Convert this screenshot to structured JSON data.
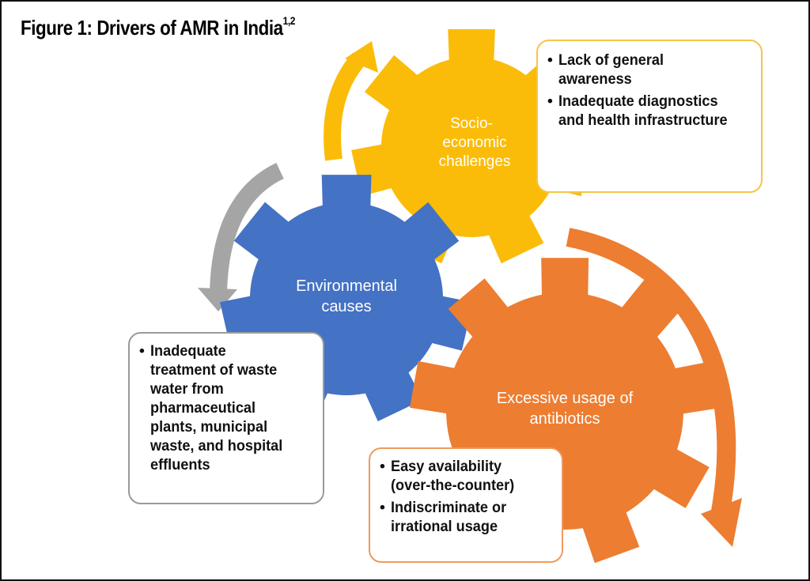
{
  "figure": {
    "title": "Figure 1: Drivers of AMR in India",
    "title_superscript": "1,2"
  },
  "gears": {
    "socio": {
      "line1": "Socio-",
      "line2": "economic",
      "line3": "challenges",
      "color": "#fbbc09"
    },
    "environmental": {
      "line1": "Environmental",
      "line2": "causes",
      "color": "#4472c4"
    },
    "antibiotics": {
      "line1": "Excessive usage of",
      "line2": "antibiotics",
      "color": "#ed7d31"
    }
  },
  "boxes": {
    "socio": {
      "items": [
        {
          "line1": "Lack of general",
          "line2": "awareness"
        },
        {
          "line1": "Inadequate diagnostics",
          "line2": "and health infrastructure"
        }
      ]
    },
    "environmental": {
      "lines": [
        "Inadequate",
        "treatment of waste",
        "water from",
        "pharmaceutical",
        "plants, municipal",
        "waste, and hospital",
        "effluents"
      ]
    },
    "antibiotics": {
      "items": [
        {
          "line1": "Easy availability",
          "line2": "(over-the-counter)"
        },
        {
          "line1": "Indiscriminate or",
          "line2": "irrational usage"
        }
      ]
    }
  },
  "arrow_colors": {
    "yellow": "#fbbc09",
    "gray": "#a5a5a5",
    "orange": "#ed7d31"
  }
}
